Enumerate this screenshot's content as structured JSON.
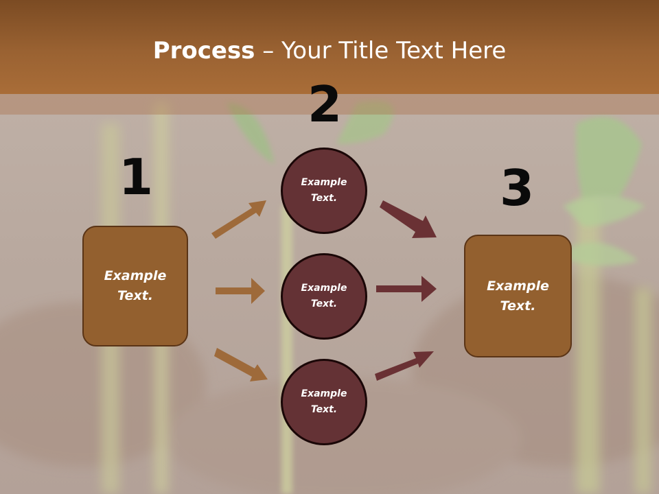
{
  "title": {
    "bold": "Process",
    "rest": " – Your Title Text Here"
  },
  "steps": [
    {
      "number": "1",
      "box_text": "Example\nText."
    },
    {
      "number": "2",
      "circles": [
        "Example\nText.",
        "Example\nText.",
        "Example\nText."
      ]
    },
    {
      "number": "3",
      "box_text": "Example\nText."
    }
  ],
  "colors": {
    "header": "#9a6232",
    "box_fill": "#93602f",
    "circle_fill": "#643235",
    "arrow_left": "#9e6a3a",
    "arrow_right": "#6a3134"
  }
}
